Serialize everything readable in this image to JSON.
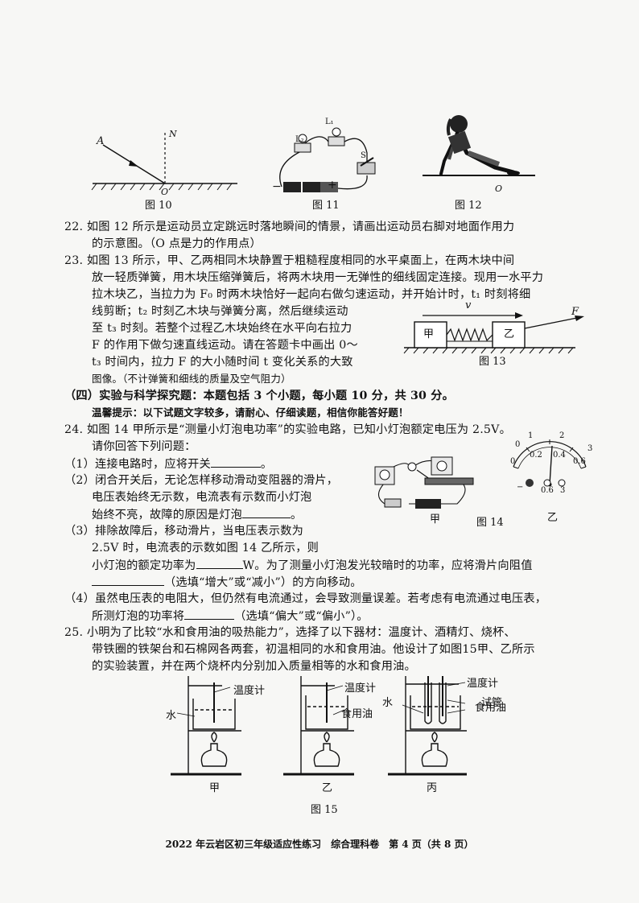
{
  "figures": {
    "fig10": {
      "caption": "图 10",
      "label_a": "A",
      "label_n": "N",
      "label_o": "O"
    },
    "fig11": {
      "caption": "图 11",
      "label_l1": "L₁",
      "label_l2": "L₂",
      "label_s": "S",
      "label_minus": "−",
      "label_plus": "+"
    },
    "fig12": {
      "caption": "图 12",
      "label_o": "O"
    },
    "fig13": {
      "caption": "图 13",
      "block_a": "甲",
      "block_b": "乙",
      "label_v": "v",
      "label_f": "F"
    },
    "fig14": {
      "caption": "图 14",
      "sub_a": "甲",
      "sub_b": "乙",
      "scale_top": [
        "0",
        "1",
        "2",
        "3"
      ],
      "scale_bottom": [
        "0",
        "0.2",
        "0.4",
        "0.6"
      ],
      "terminals": [
        "0.6",
        "3"
      ],
      "terminal_minus": "−"
    },
    "fig15": {
      "caption": "图 15",
      "sub": [
        "甲",
        "乙",
        "丙"
      ],
      "thermometer": "温度计",
      "water": "水",
      "oil": "食用油",
      "test_tube": "试管"
    }
  },
  "q22": {
    "line1": "22.  如图 12 所示是运动员立定跳远时落地瞬间的情景，请画出运动员右脚对地面作用力",
    "line2": "的示意图。（O 点是力的作用点）"
  },
  "q23": {
    "line1": "23.  如图 13 所示，甲、乙两相同木块静置于粗糙程度相同的水平桌面上，在两木块中间",
    "line2": "放一轻质弹簧，用木块压缩弹簧后，将两木块用一无弹性的细线固定连接。现用一水平力",
    "line3": "拉木块乙，当拉力为 F₀ 时两木块恰好一起向右做匀速运动，并开始计时，t₁ 时刻将细",
    "line4": "线剪断；t₂ 时刻乙木块与弹簧分离，然后继续运动",
    "line5": "至 t₃ 时刻。若整个过程乙木块始终在水平向右拉力",
    "line6": "F 的作用下做匀速直线运动。请在答题卡中画出 0～",
    "line7": "t₃ 时间内，拉力 F 的大小随时间 t 变化关系的大致",
    "line8": "图像。（不计弹簧和细线的质量及空气阻力）"
  },
  "section4": {
    "title": "（四）实验与科学探究题：本题包括 3 个小题，每小题 10 分，共 30 分。",
    "tip": "温馨提示：以下试题文字较多，请耐心、仔细读题，相信你能答好题！"
  },
  "q24": {
    "line1": "24.  如图 14 甲所示是“测量小灯泡电功率”的实验电路，已知小灯泡额定电压为 2.5V。",
    "line2": "请你回答下列问题：",
    "p1": "（1）连接电路时，应将开关",
    "p1_end": "。",
    "p2a": "（2）闭合开关后，无论怎样移动滑动变阻器的滑片，",
    "p2b": "电压表始终无示数，电流表有示数而小灯泡",
    "p2c": "始终不亮，故障的原因是灯泡",
    "p2_end": "。",
    "p3a": "（3）排除故障后，移动滑片，当电压表示数为",
    "p3b": "2.5V 时，电流表的示数如图 14 乙所示，则",
    "p3c": "小灯泡的额定功率为",
    "p3c_end": "W。为了测量小灯泡发光较暗时的功率，应将滑片向阻值",
    "p3d_end": "（选填“增大”或“减小”）的方向移动。",
    "p4a": "（4）虽然电压表的电阻大，但仍然有电流通过，会导致测量误差。若考虑有电流通过电压表，",
    "p4b": "所测灯泡的功率将",
    "p4b_end": "（选填“偏大”或“偏小”）。"
  },
  "q25": {
    "line1": "25.  小明为了比较“水和食用油的吸热能力”，选择了以下器材：温度计、酒精灯、烧杯、",
    "line2": "带铁圈的铁架台和石棉网各两套，初温相同的水和食用油。他设计了如图15甲、乙所示",
    "line3": "的实验装置，并在两个烧杯内分别加入质量相等的水和食用油。"
  },
  "footer": "2022 年云岩区初三年级适应性练习　综合理科卷　第 4 页（共 8 页）"
}
